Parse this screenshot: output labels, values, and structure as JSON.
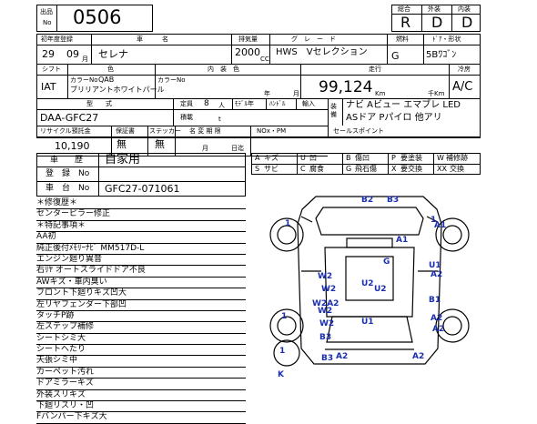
{
  "header": {
    "lot_label_top": "出品",
    "lot_label_bottom": "No",
    "lot_number": "0506",
    "overall_label": "総合",
    "exterior_label": "外装",
    "interior_label": "内装",
    "overall": "R",
    "exterior": "D",
    "interior": "D"
  },
  "row1": {
    "year_label": "初年度登録",
    "name_label": "車　　　名",
    "displacement_label": "排気量",
    "grade_label": "グ　レ　ー　ド",
    "fuel_label": "燃料",
    "door_label": "ﾄﾞｱ・形状"
  },
  "row1v": {
    "year": "29",
    "month": "09",
    "month_unit": "月",
    "name": "セレナ",
    "displacement": "2000",
    "cc": "CC",
    "grade": "HWS　Vセレクション",
    "fuel": "G",
    "door": "5Bﾜｺﾞﾝ"
  },
  "row2": {
    "shift_label": "シフト",
    "color_label": "色",
    "interior_color_label": "内　装　色",
    "year_label": "年",
    "mileage_label": "走行",
    "ac_label": "冷房"
  },
  "row2v": {
    "shift": "IAT",
    "color_no_label": "カラーNo",
    "color_no": "QAB",
    "color_name": "ブリリアントホワイトパール",
    "interior_color_no_label": "カラーNo",
    "year_unit": "年",
    "month_unit": "月",
    "mileage": "99,124",
    "km": "Km",
    "thousand_km": "千Km",
    "ac": "A/C"
  },
  "row3": {
    "model_label": "型　　式",
    "capacity_label": "定員",
    "capacity": "8",
    "capacity_unit": "人",
    "load_label": "積載",
    "load_unit": "t",
    "model_year_label": "ﾓﾃﾞﾙ年",
    "handle_label": "ﾊﾝﾄﾞﾙ",
    "import_label": "輸入",
    "equipment_label": "装備",
    "model": "DAA-GFC27",
    "equipment1": "ナビ Aビュー エマブレ LED",
    "equipment2": "ASドア Pパイロ 他アリ"
  },
  "row4": {
    "recycle_label": "リサイクル預託金",
    "warranty_label": "保証書",
    "sticker_label": "ステッカー",
    "name_change_label": "名 変 期 限",
    "nox_label": "NOx・PM",
    "sales_point_label": "セールスポイント",
    "recycle": "10,190",
    "warranty": "無",
    "sticker": "無",
    "month_unit": "月",
    "date_unit": "日迄"
  },
  "history": {
    "label": "車　　歴",
    "value": "自家用",
    "reg_label": "登　録　No",
    "chassis_label": "車　台　No",
    "chassis": "GFC27-071061"
  },
  "legend": [
    [
      "A",
      "キズ",
      "U",
      "凹",
      "B",
      "傷凹",
      "P",
      "要塗装",
      "W",
      "補修跡"
    ],
    [
      "S",
      "サビ",
      "C",
      "腐食",
      "G",
      "飛石傷",
      "X",
      "要交換",
      "XX",
      "交換"
    ]
  ],
  "notes": [
    "＊修復歴＊",
    "センターピラー修正",
    "＊特記事項＊",
    "AA初",
    "純正後付ﾒﾓﾘｰﾅﾋﾞ MM517D-L",
    "エンジン廻り異音",
    "右ﾘﾔ オートスライドドア不良",
    "AWキズ・車内臭い",
    "フロント下廻りキズ凹大",
    "左リヤフェンダー下部凹",
    "タッチP跡",
    "左ステップ補修",
    "シートシミ大",
    "シートへたり",
    "天張シミ中",
    "カーペット汚れ",
    "ドアミラーキズ",
    "外装スリキズ",
    "下廻リスリ・凹",
    "Fバンパー下キズ大"
  ],
  "diagram": {
    "marks": [
      "1",
      "B2",
      "B3",
      "1",
      "A1",
      "A1",
      "G",
      "U1",
      "A2",
      "W2",
      "U2",
      "W2",
      "U2",
      "W2A2",
      "W2",
      "B3",
      "B1",
      "A2",
      "W2",
      "U1",
      "A2",
      "1",
      "B3",
      "1",
      "A2",
      "A2",
      "K"
    ]
  }
}
